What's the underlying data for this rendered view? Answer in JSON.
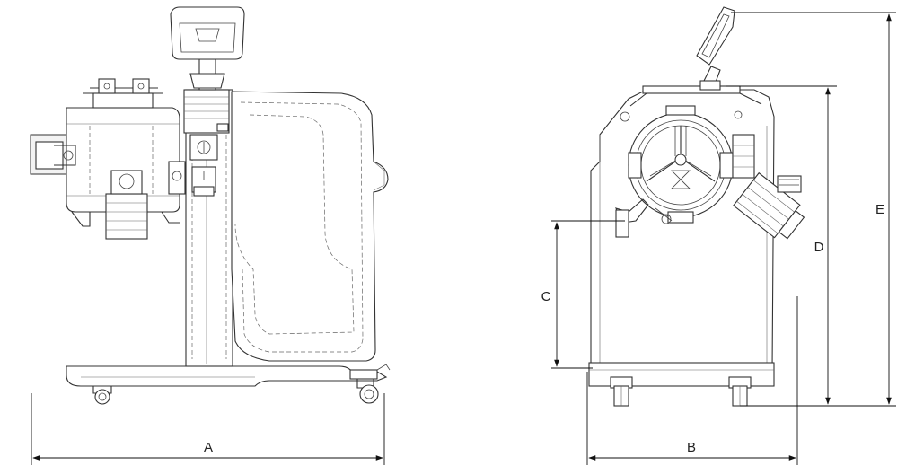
{
  "dimensions": {
    "a": "A",
    "b": "B",
    "c": "C",
    "d": "D",
    "e": "E"
  },
  "colors": {
    "line": "#333333",
    "background": "#ffffff"
  }
}
